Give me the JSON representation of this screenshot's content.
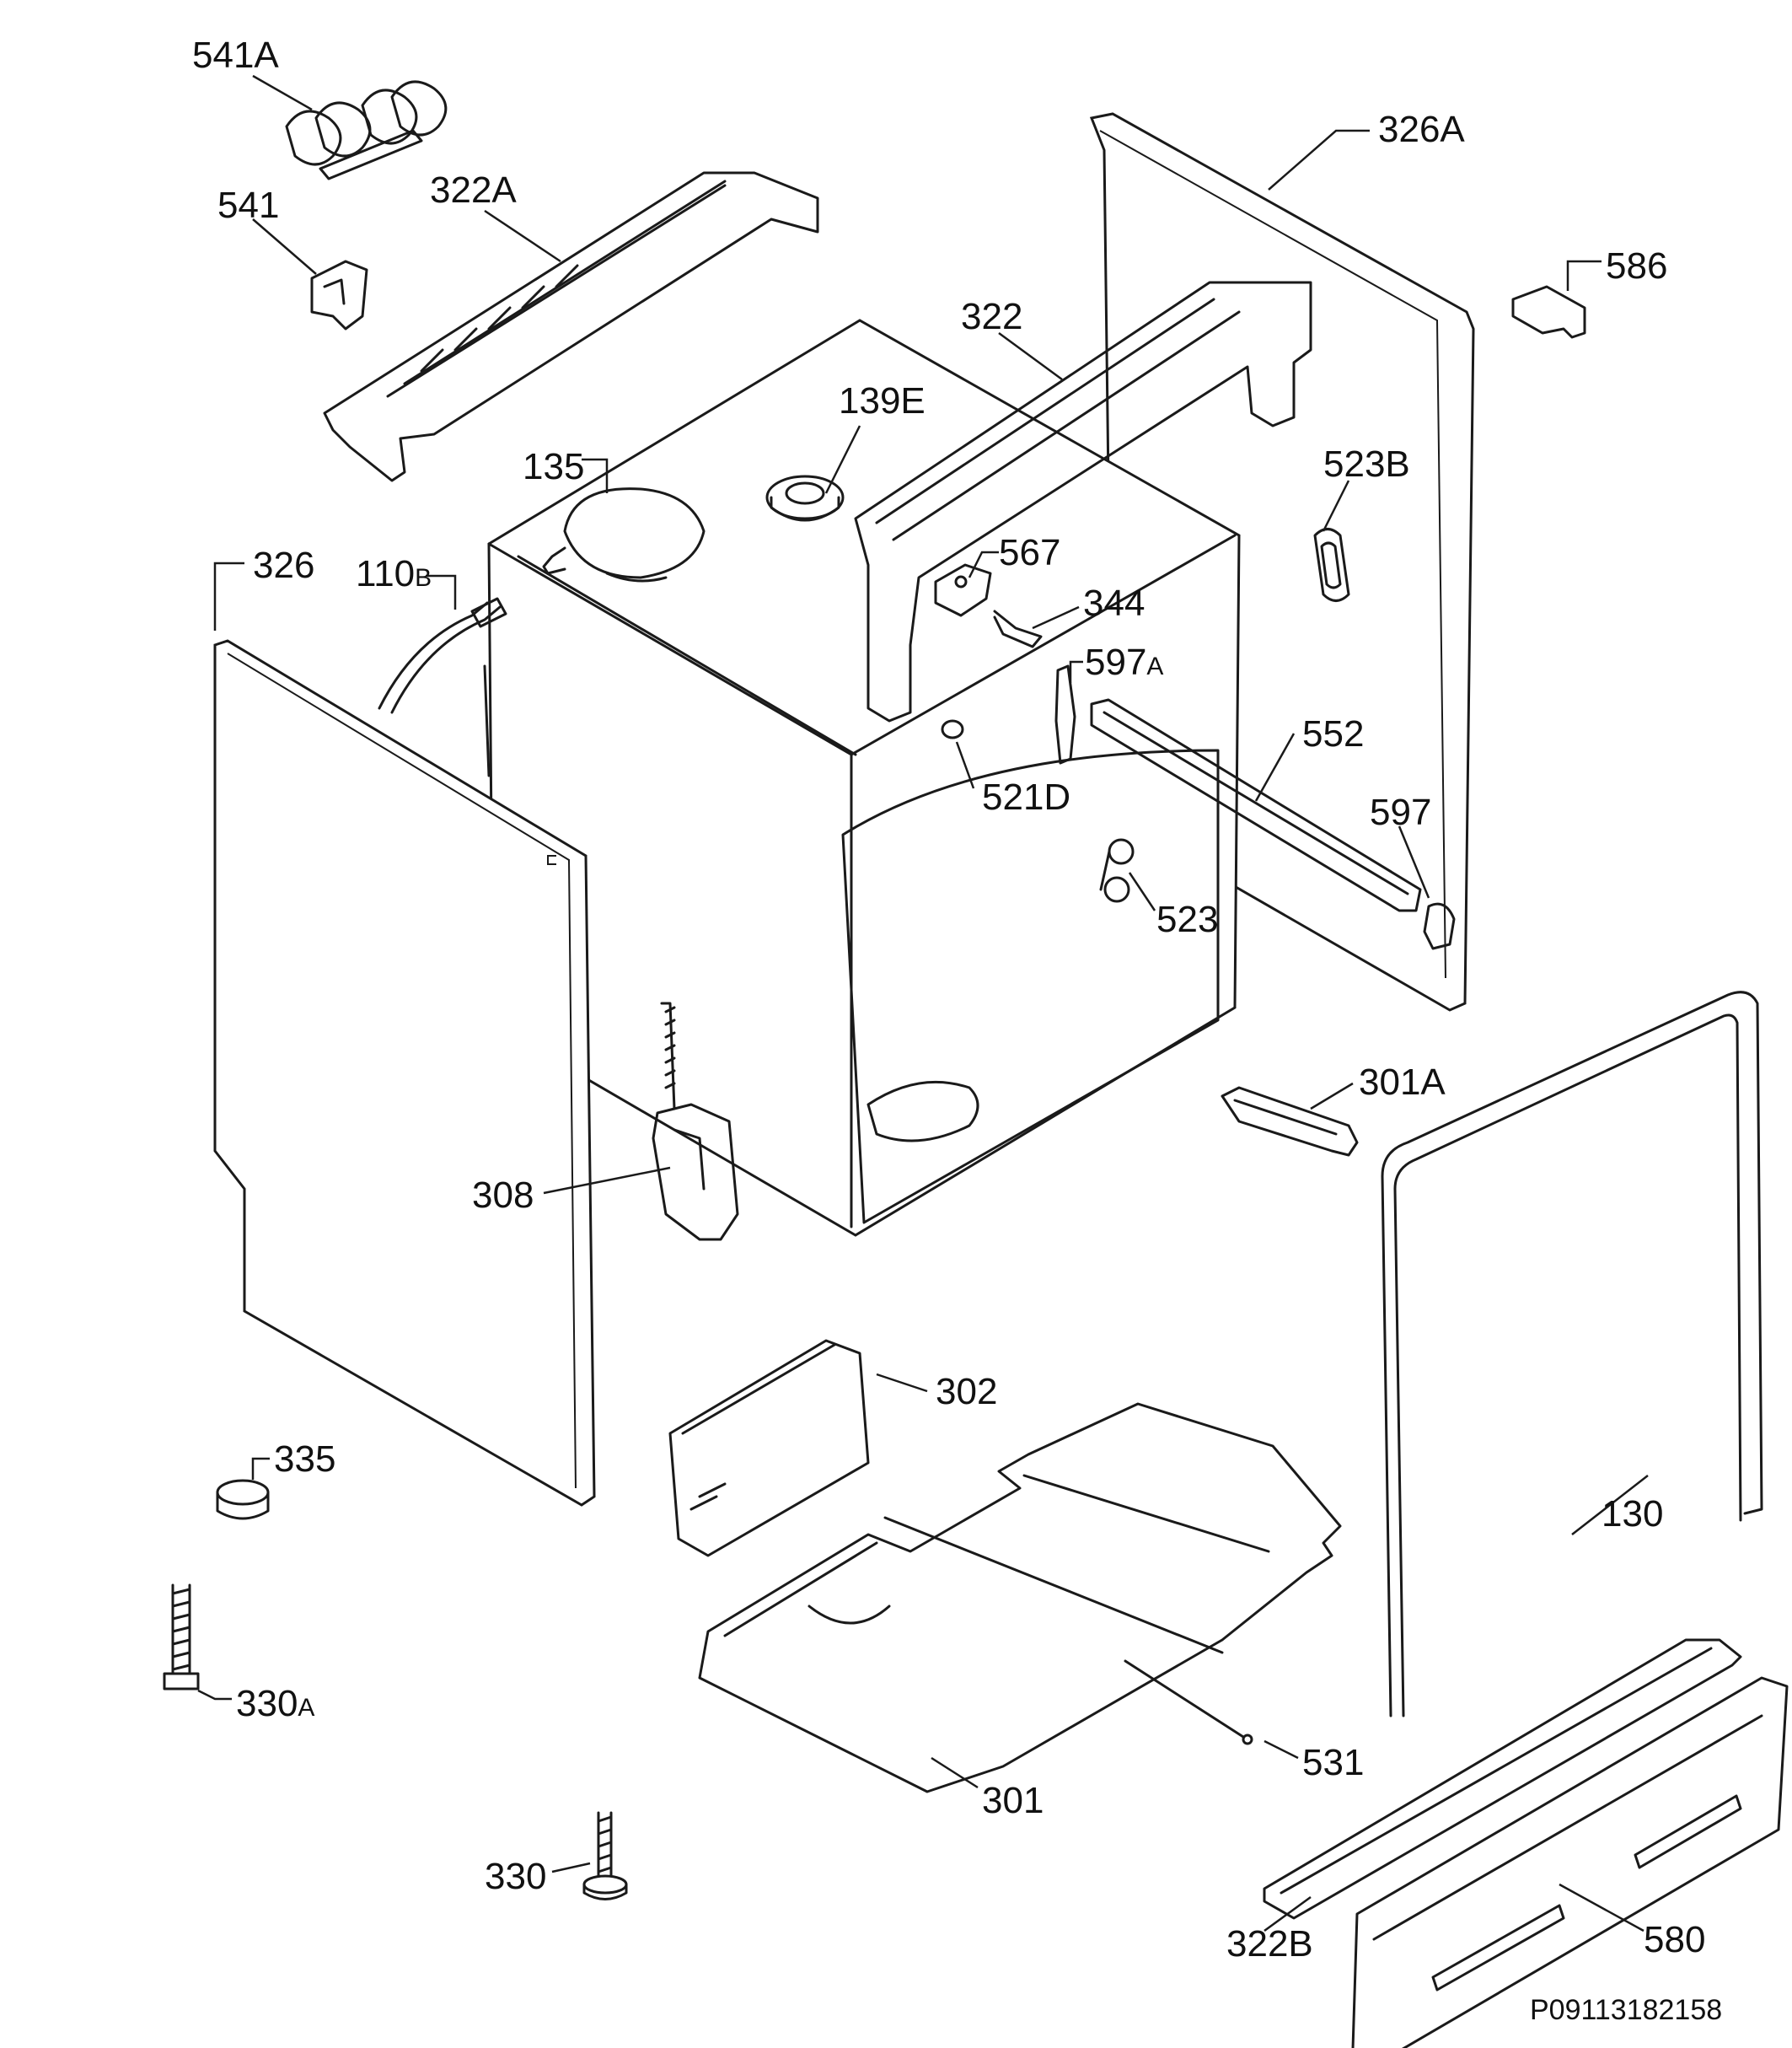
{
  "diagram_code": "P09113182158",
  "parts": {
    "p541A": {
      "num": "541",
      "suffix": "A"
    },
    "p541": {
      "num": "541",
      "suffix": ""
    },
    "p322A": {
      "num": "322",
      "suffix": "A"
    },
    "p326A": {
      "num": "326",
      "suffix": "A"
    },
    "p586": {
      "num": "586",
      "suffix": ""
    },
    "p322": {
      "num": "322",
      "suffix": ""
    },
    "p139E": {
      "num": "139",
      "suffix": "E"
    },
    "p135": {
      "num": "135",
      "suffix": ""
    },
    "p523B": {
      "num": "523",
      "suffix": "B"
    },
    "p326": {
      "num": "326",
      "suffix": ""
    },
    "p110B": {
      "num": "110",
      "suffix": "B"
    },
    "p567": {
      "num": "567",
      "suffix": ""
    },
    "p344": {
      "num": "344",
      "suffix": ""
    },
    "p597A": {
      "num": "597",
      "suffix": "A"
    },
    "p552": {
      "num": "552",
      "suffix": ""
    },
    "p521D": {
      "num": "521",
      "suffix": "D"
    },
    "p597": {
      "num": "597",
      "suffix": ""
    },
    "p523": {
      "num": "523",
      "suffix": ""
    },
    "p301A": {
      "num": "301",
      "suffix": "A"
    },
    "p308": {
      "num": "308",
      "suffix": ""
    },
    "p302": {
      "num": "302",
      "suffix": ""
    },
    "p335": {
      "num": "335",
      "suffix": ""
    },
    "p130": {
      "num": "130",
      "suffix": ""
    },
    "p330A": {
      "num": "330",
      "suffix": "A"
    },
    "p531": {
      "num": "531",
      "suffix": ""
    },
    "p301": {
      "num": "301",
      "suffix": ""
    },
    "p330": {
      "num": "330",
      "suffix": ""
    },
    "p322B": {
      "num": "322",
      "suffix": "B"
    },
    "p580": {
      "num": "580",
      "suffix": ""
    }
  }
}
